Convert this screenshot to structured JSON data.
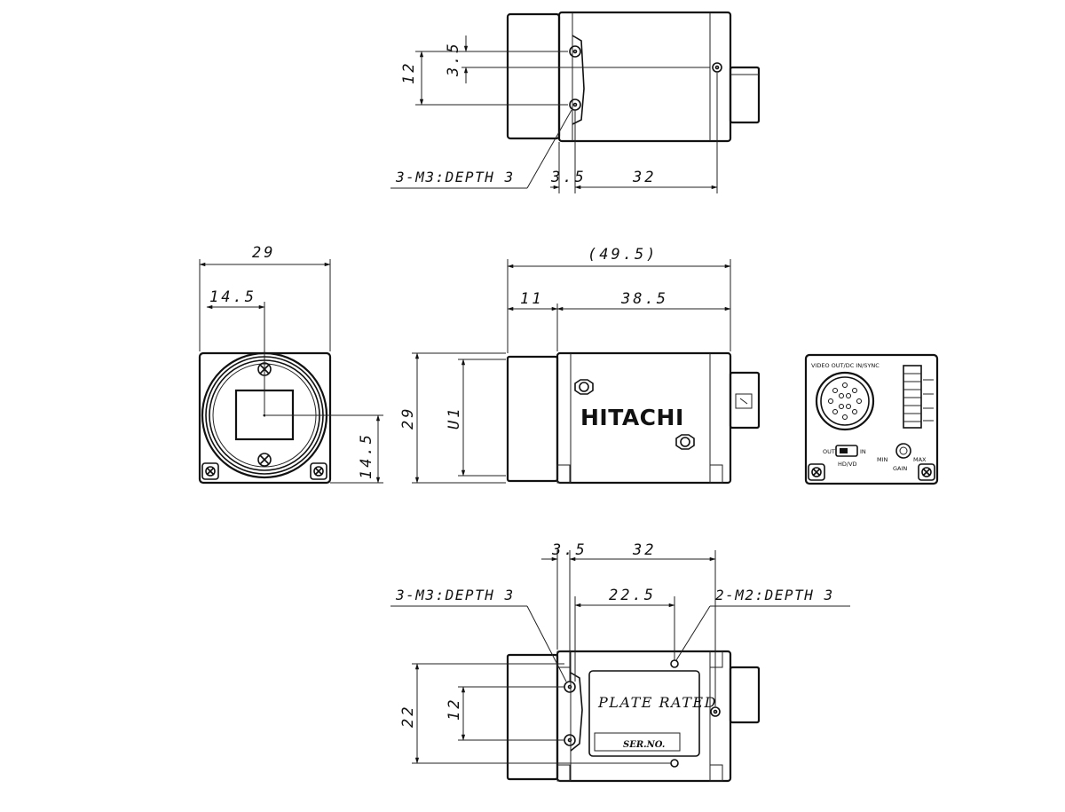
{
  "top_view": {
    "dim_height_12": "12",
    "dim_spacing_3_5": "3.5",
    "dim_offset_3_5": "3.5",
    "dim_length_32": "32",
    "callout_thread": "3-M3:DEPTH 3"
  },
  "front_view": {
    "dim_width_29": "29",
    "dim_center_14_5": "14.5",
    "dim_height_14_5": "14.5"
  },
  "side_view": {
    "dim_overall": "(49.5)",
    "dim_lens_11": "11",
    "dim_body_38_5": "38.5",
    "dim_height_29": "29",
    "dim_u1": "U1",
    "brand": "HITACHI"
  },
  "rear_view": {
    "connector_label": "VIDEO OUT/DC IN/SYNC",
    "switch_out": "OUT",
    "switch_in": "IN",
    "switch_caption": "HD/VD",
    "gain_min": "MIN",
    "gain_max": "MAX",
    "gain_caption": "GAIN"
  },
  "bottom_view": {
    "dim_offset_3_5": "3.5",
    "dim_length_32": "32",
    "dim_spacing_22_5": "22.5",
    "dim_height_22": "22",
    "dim_height_12": "12",
    "callout_m3": "3-M3:DEPTH 3",
    "callout_m2": "2-M2:DEPTH 3",
    "plate_text": "PLATE RATED",
    "serial_label": "SER.NO."
  }
}
